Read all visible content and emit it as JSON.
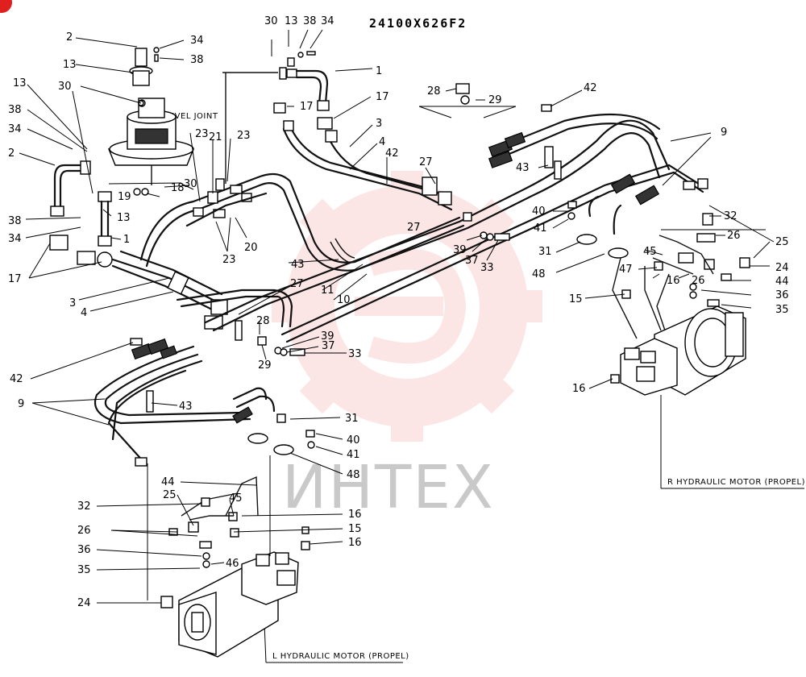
{
  "drawing_code": "24100X626F2",
  "labels": {
    "swivel_joint": "SWIVEL JOINT",
    "r_motor": "R HYDRAULIC MOTOR (PROPEL)",
    "l_motor": "L HYDRAULIC MOTOR (PROPEL)"
  },
  "watermark": "ИНТЕХ",
  "colors": {
    "watermark": "#f3b3b3",
    "line": "#000000",
    "corner_badge": "#e0201e"
  },
  "callouts": {
    "c_2a": "2",
    "c_34a": "34",
    "c_13a": "13",
    "c_38a": "38",
    "c_30a": "30",
    "c_13b": "13",
    "c_38b": "38",
    "c_34b": "34",
    "c_2b": "2",
    "c_30b": "30",
    "c_13c": "13",
    "c_38c": "38",
    "c_34c": "34",
    "c_1a": "1",
    "c_17a": "17",
    "c_17b": "17",
    "c_3a": "3",
    "c_4a": "4",
    "c_42a": "42",
    "c_27a": "27",
    "c_28a": "28",
    "c_29a": "29",
    "c_42b": "42",
    "c_9a": "9",
    "c_43a": "43",
    "c_40a": "40",
    "c_41a": "41",
    "c_32a": "32",
    "c_26a": "26",
    "c_25a": "25",
    "c_24a": "24",
    "c_44a": "44",
    "c_36a": "36",
    "c_35a": "35",
    "c_31a": "31",
    "c_48a": "48",
    "c_39a": "39",
    "c_37a": "37",
    "c_33a": "33",
    "c_45a": "45",
    "c_47a": "47",
    "c_16a": "16",
    "c_26b": "26",
    "c_15a": "15",
    "c_16b": "16",
    "c_23a": "23",
    "c_21a": "21",
    "c_23b": "23",
    "c_18a": "18",
    "c_30c": "30",
    "c_19a": "19",
    "c_13d": "13",
    "c_38d": "38",
    "c_34d": "34",
    "c_1b": "1",
    "c_17c": "17",
    "c_3b": "3",
    "c_4b": "4",
    "c_20a": "20",
    "c_23c": "23",
    "c_43b": "43",
    "c_11a": "11",
    "c_10a": "10",
    "c_27b": "27",
    "c_28b": "28",
    "c_29b": "29",
    "c_39b": "39",
    "c_37b": "37",
    "c_33b": "33",
    "c_27c": "27",
    "c_42c": "42",
    "c_9b": "9",
    "c_43c": "43",
    "c_31b": "31",
    "c_40b": "40",
    "c_41b": "41",
    "c_48b": "48",
    "c_44b": "44",
    "c_25b": "25",
    "c_45b": "45",
    "c_32b": "32",
    "c_16c": "16",
    "c_26c": "26",
    "c_15b": "15",
    "c_16d": "16",
    "c_36b": "36",
    "c_46a": "46",
    "c_35b": "35",
    "c_24b": "24"
  }
}
